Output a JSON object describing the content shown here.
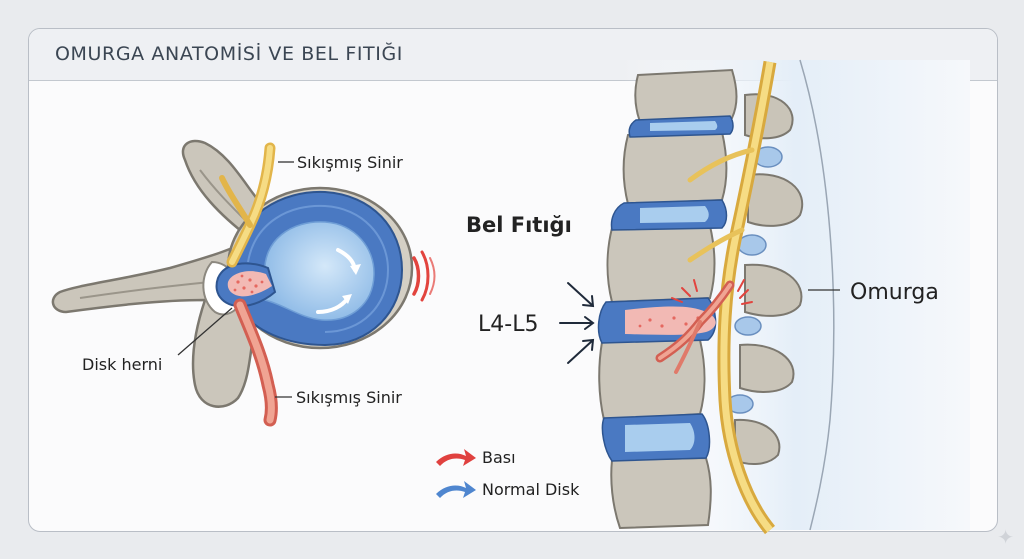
{
  "header": {
    "title": "OMURGA ANATOMİSİ VE BEL FITIĞI"
  },
  "labels": {
    "nerve_top": "Sıkışmış Sinir",
    "nerve_bottom": "Sıkışmış Sinir",
    "disk_herni": "Disk herni",
    "bel_fitigi": "Bel Fıtığı",
    "level": "L4-L5",
    "omurga": "Omurga"
  },
  "legend": [
    {
      "label": "Bası",
      "color": "#e0413f",
      "icon": "red-arrow-icon"
    },
    {
      "label": "Normal Disk",
      "color": "#4f86cf",
      "icon": "blue-arrow-icon"
    }
  ],
  "colors": {
    "bone": "#c9c4b8",
    "disc_blue": "#4a79c2",
    "disc_light": "#a9cdee",
    "nerve_yellow": "#f4d36a",
    "nerve_red": "#e58a78"
  }
}
